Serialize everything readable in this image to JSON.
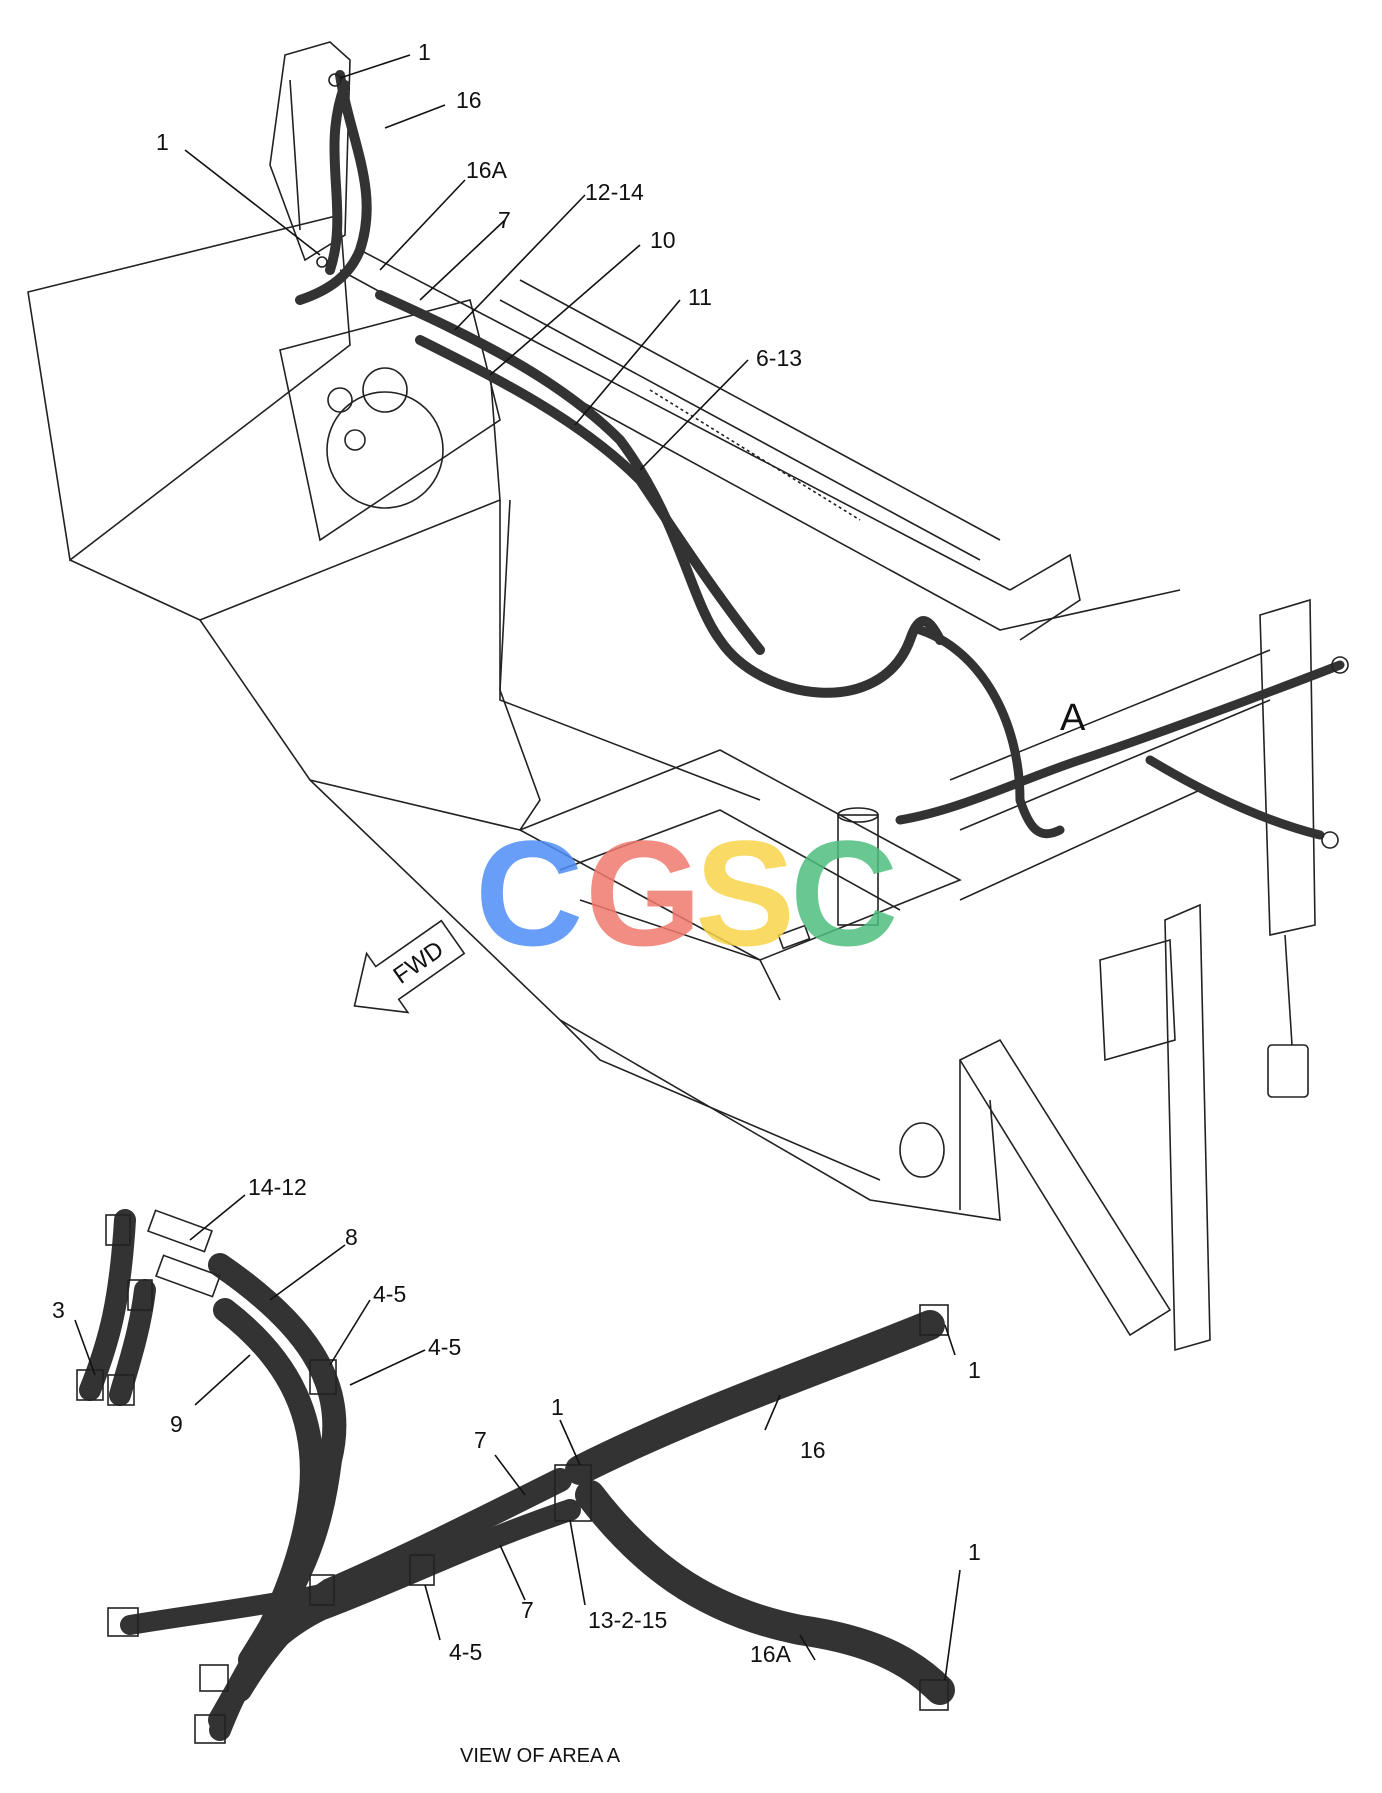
{
  "callouts_main": [
    "1",
    "16",
    "1",
    "16A",
    "12-14",
    "7",
    "10",
    "11",
    "6-13"
  ],
  "area_label": "A",
  "fwd_label": "FWD",
  "watermark": {
    "letters": [
      "C",
      "G",
      "S",
      "C"
    ],
    "colors": [
      "#4f8ef7",
      "#f07a6e",
      "#f7d44a",
      "#4fbf7f"
    ]
  },
  "callouts_detail": [
    "14-12",
    "8",
    "3",
    "4-5",
    "4-5",
    "9",
    "1",
    "16",
    "1",
    "7",
    "7",
    "13-2-15",
    "4-5",
    "16A",
    "1"
  ],
  "caption": "VIEW OF AREA A"
}
